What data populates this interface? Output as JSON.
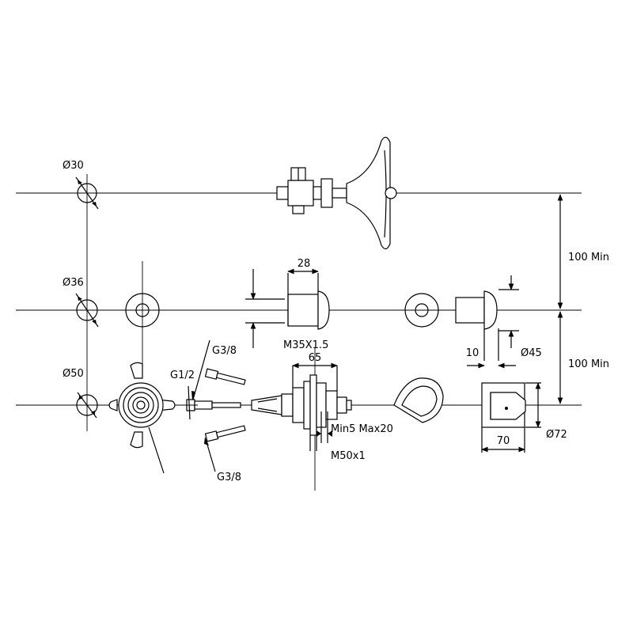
{
  "labels": {
    "d30": "Ø30",
    "d36": "Ø36",
    "d50": "Ø50",
    "g38_top": "G3/8",
    "g12": "G1/2",
    "g38_bottom": "G3/8",
    "dim28": "28",
    "m35": "M35X1.5",
    "dim65": "65",
    "min5max20": "Min5 Max20",
    "m50": "M50x1",
    "dim10": "10",
    "d45": "Ø45",
    "dim70": "70",
    "d72": "Ø72",
    "min100_upper": "100 Min",
    "min100_lower": "100 Min"
  }
}
